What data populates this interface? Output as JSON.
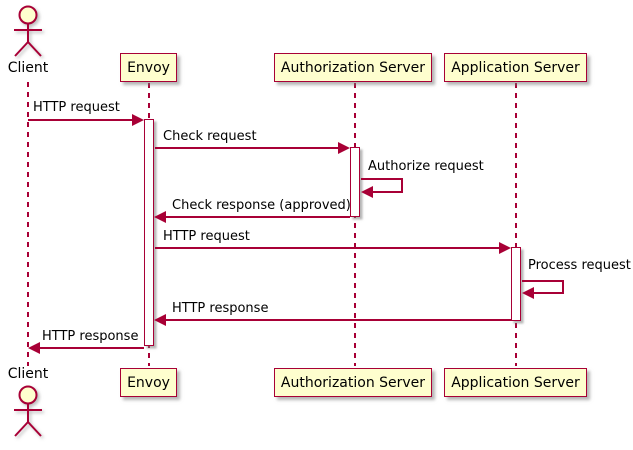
{
  "diagram": {
    "kind": "plantuml-sequence",
    "participants": [
      {
        "name": "Client",
        "type": "actor"
      },
      {
        "name": "Envoy",
        "type": "participant"
      },
      {
        "name": "Authorization Server",
        "type": "participant"
      },
      {
        "name": "Application Server",
        "type": "participant"
      }
    ],
    "messages": [
      {
        "seq": 1,
        "from": "Client",
        "to": "Envoy",
        "label": "HTTP request",
        "kind": "sync"
      },
      {
        "seq": 2,
        "from": "Envoy",
        "to": "Authorization Server",
        "label": "Check request",
        "kind": "sync"
      },
      {
        "seq": 3,
        "from": "Authorization Server",
        "to": "Authorization Server",
        "label": "Authorize request",
        "kind": "self"
      },
      {
        "seq": 4,
        "from": "Authorization Server",
        "to": "Envoy",
        "label": "Check response (approved)",
        "kind": "return"
      },
      {
        "seq": 5,
        "from": "Envoy",
        "to": "Application Server",
        "label": "HTTP request",
        "kind": "sync"
      },
      {
        "seq": 6,
        "from": "Application Server",
        "to": "Application Server",
        "label": "Process request",
        "kind": "self"
      },
      {
        "seq": 7,
        "from": "Application Server",
        "to": "Envoy",
        "label": "HTTP response",
        "kind": "return"
      },
      {
        "seq": 8,
        "from": "Envoy",
        "to": "Client",
        "label": "HTTP response",
        "kind": "return"
      }
    ],
    "colors": {
      "stroke": "#A80036",
      "participant_fill": "#FEFECE",
      "activation_fill": "#FFFFFF",
      "text": "#000000",
      "background": "#FFFFFF"
    }
  }
}
